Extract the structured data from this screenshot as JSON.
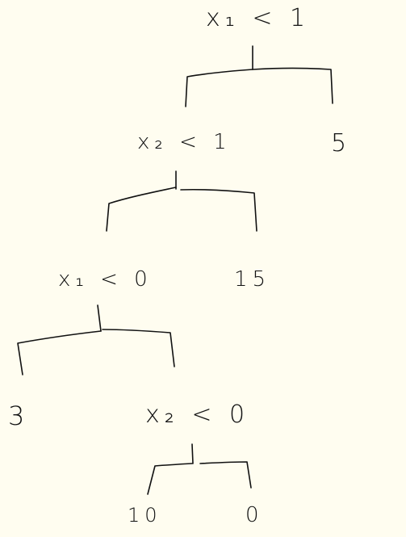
{
  "tree": {
    "root_split": "x₁ < 1",
    "level2_split": "x₂ < 1",
    "level3_split": "x₁ < 0",
    "level4_split": "x₂ < 0",
    "leaf_right_1": "5",
    "leaf_right_2": "15",
    "leaf_left_3": "3",
    "leaf_left_4": "10",
    "leaf_right_4": "0"
  },
  "ink_color": "#111111",
  "paper_color": "#fffdf0"
}
